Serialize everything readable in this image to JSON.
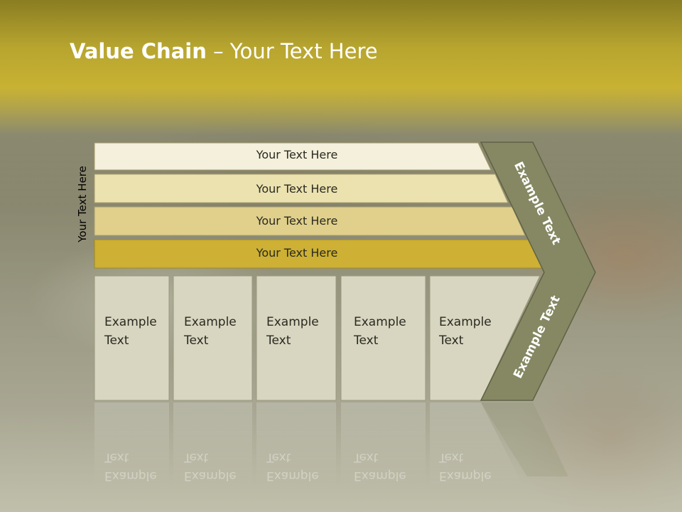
{
  "slide": {
    "title_bold": "Value Chain",
    "title_rest": " – Your Text Here",
    "side_label": "Your Text Here",
    "bars": [
      {
        "label": "Your Text Here"
      },
      {
        "label": "Your Text Here"
      },
      {
        "label": "Your Text Here"
      },
      {
        "label": "Your Text Here"
      }
    ],
    "boxes": [
      {
        "line1": "Example",
        "line2": "Text"
      },
      {
        "line1": "Example",
        "line2": "Text"
      },
      {
        "line1": "Example",
        "line2": "Text"
      },
      {
        "line1": "Example",
        "line2": "Text"
      },
      {
        "line1": "Example",
        "line2": "Text"
      }
    ],
    "arrow_upper_label": "Example Text",
    "arrow_lower_label": "Example Text",
    "colors": {
      "bar1": "#f4f0dc",
      "bar2": "#ece2b0",
      "bar3": "#e0d08c",
      "bar4": "#cdb034",
      "box": "#d8d6c0",
      "arrow": "#858862",
      "title_band": "#c9b233"
    }
  }
}
